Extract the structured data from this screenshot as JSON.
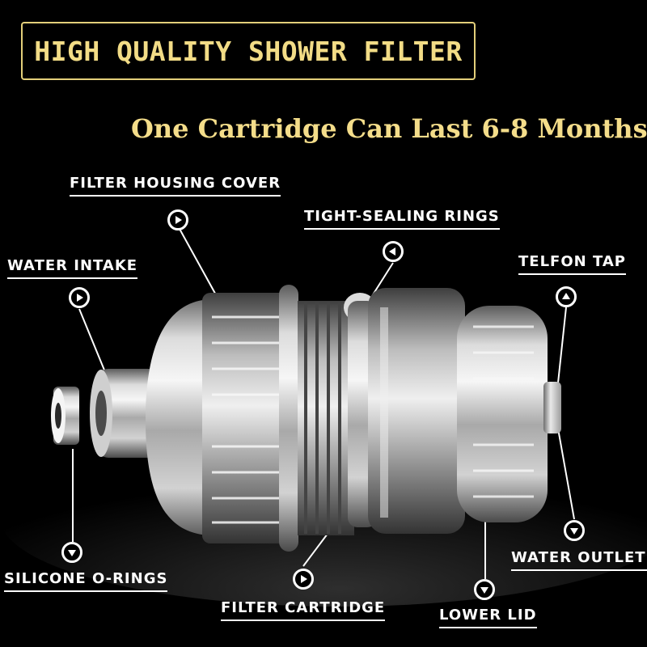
{
  "header": {
    "title": "HIGH QUALITY SHOWER FILTER",
    "subtitle": "One Cartridge Can Last 6-8 Months"
  },
  "labels": {
    "filter_housing_cover": "FILTER HOUSING COVER",
    "tight_sealing_rings": "TIGHT-SEALING RINGS",
    "water_intake": "WATER INTAKE",
    "telfon_tap": "TELFON TAP",
    "silicone_o_rings": "SILICONE O-RINGS",
    "filter_cartridge": "FILTER CARTRIDGE",
    "lower_lid": "LOWER LID",
    "water_outlet": "WATER OUTLET"
  },
  "icons": {
    "marker_right": "play-right-icon",
    "marker_left": "play-left-icon",
    "marker_up": "play-up-icon",
    "marker_down": "play-down-icon"
  },
  "colors": {
    "background": "#000000",
    "gold_text": "#f2dc86",
    "label_text": "#ffffff",
    "metal_light": "#e6e6e6",
    "metal_dark": "#5a5a5a"
  }
}
